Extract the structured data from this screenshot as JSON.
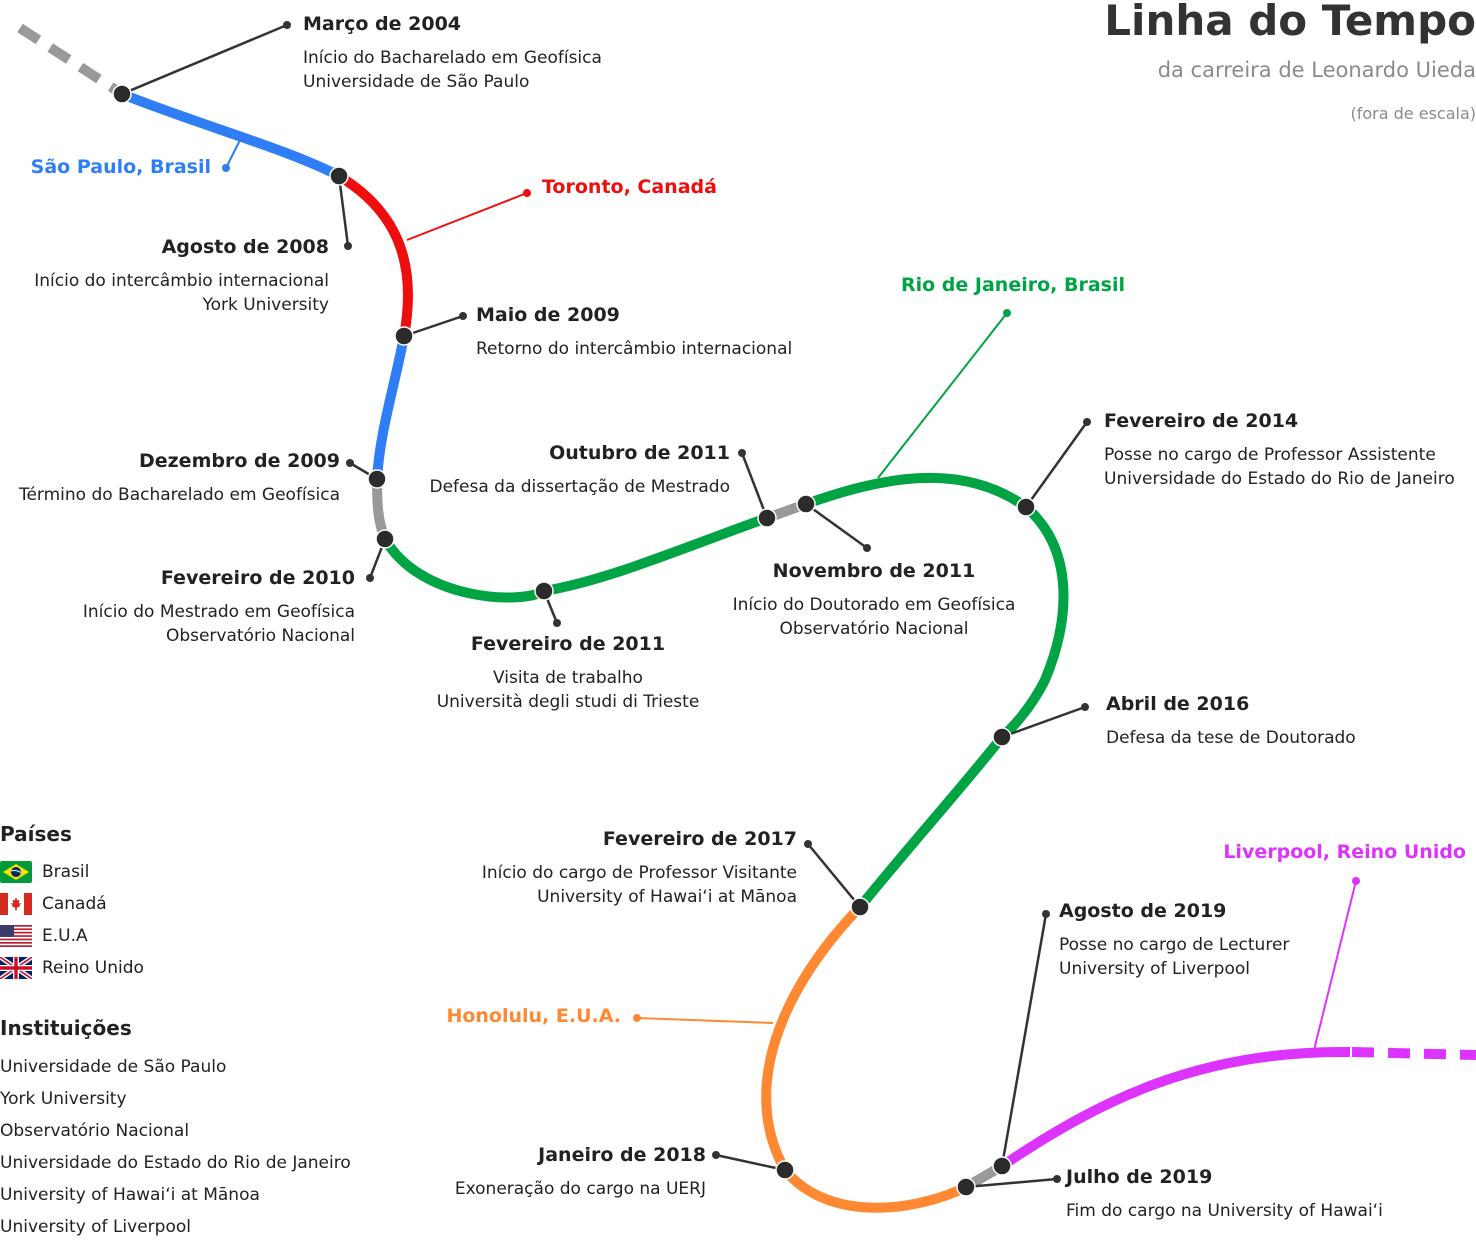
{
  "header": {
    "title": "Linha do Tempo",
    "subtitle": "da carreira de Leonardo Uieda",
    "note": "(fora de escala)"
  },
  "colors": {
    "brasil": "#2F7EF5",
    "canada": "#EE0E0E",
    "rio": "#00A444",
    "hawaii": "#FF8833",
    "liverpool": "#DD33FF",
    "transition": "#999999",
    "marker": "#2B2B2B",
    "connector": "#333333"
  },
  "events": [
    {
      "date": "Março de 2004",
      "desc": [
        "Início do Bacharelado em Geofísica",
        "Universidade de São Paulo"
      ]
    },
    {
      "date": "Agosto de 2008",
      "desc": [
        "Início do intercâmbio internacional",
        "York University"
      ]
    },
    {
      "date": "Maio de 2009",
      "desc": [
        "Retorno do intercâmbio internacional"
      ]
    },
    {
      "date": "Dezembro de 2009",
      "desc": [
        "Término do Bacharelado em Geofísica"
      ]
    },
    {
      "date": "Fevereiro de 2010",
      "desc": [
        "Início do Mestrado em Geofísica",
        "Observatório Nacional"
      ]
    },
    {
      "date": "Fevereiro de 2011",
      "desc": [
        "Visita de trabalho",
        "Università degli studi di Trieste"
      ]
    },
    {
      "date": "Outubro de 2011",
      "desc": [
        "Defesa da dissertação de Mestrado"
      ]
    },
    {
      "date": "Novembro de 2011",
      "desc": [
        "Início do Doutorado em Geofísica",
        "Observatório Nacional"
      ]
    },
    {
      "date": "Fevereiro de 2014",
      "desc": [
        "Posse no cargo de Professor Assistente",
        "Universidade do Estado do Rio de Janeiro"
      ]
    },
    {
      "date": "Abril de 2016",
      "desc": [
        "Defesa da tese de Doutorado"
      ]
    },
    {
      "date": "Fevereiro de 2017",
      "desc": [
        "Início do cargo de Professor Visitante",
        "University of Hawai‘i at Mānoa"
      ]
    },
    {
      "date": "Janeiro de 2018",
      "desc": [
        "Exoneração do cargo na UERJ"
      ]
    },
    {
      "date": "Julho de 2019",
      "desc": [
        "Fim do cargo na University of Hawai‘i"
      ]
    },
    {
      "date": "Agosto de 2019",
      "desc": [
        "Posse no cargo de Lecturer",
        "University of Liverpool"
      ]
    }
  ],
  "cities": [
    {
      "name": "São Paulo, Brasil",
      "color": "#2F7EF5"
    },
    {
      "name": "Toronto, Canadá",
      "color": "#EE0E0E"
    },
    {
      "name": "Rio de Janeiro, Brasil",
      "color": "#00A444"
    },
    {
      "name": "Honolulu, E.U.A.",
      "color": "#FF8833"
    },
    {
      "name": "Liverpool, Reino Unido",
      "color": "#DD33FF"
    }
  ],
  "legend": {
    "countries_title": "Países",
    "countries": [
      {
        "name": "Brasil",
        "flag": "brazil-flag-icon"
      },
      {
        "name": "Canadá",
        "flag": "canada-flag-icon"
      },
      {
        "name": "E.U.A",
        "flag": "usa-flag-icon"
      },
      {
        "name": "Reino Unido",
        "flag": "uk-flag-icon"
      }
    ],
    "institutions_title": "Instituições",
    "institutions": [
      "Universidade de São Paulo",
      "York University",
      "Observatório Nacional",
      "Universidade do Estado do Rio de Janeiro",
      "University of Hawai‘i at Mānoa",
      "University of Liverpool"
    ]
  }
}
